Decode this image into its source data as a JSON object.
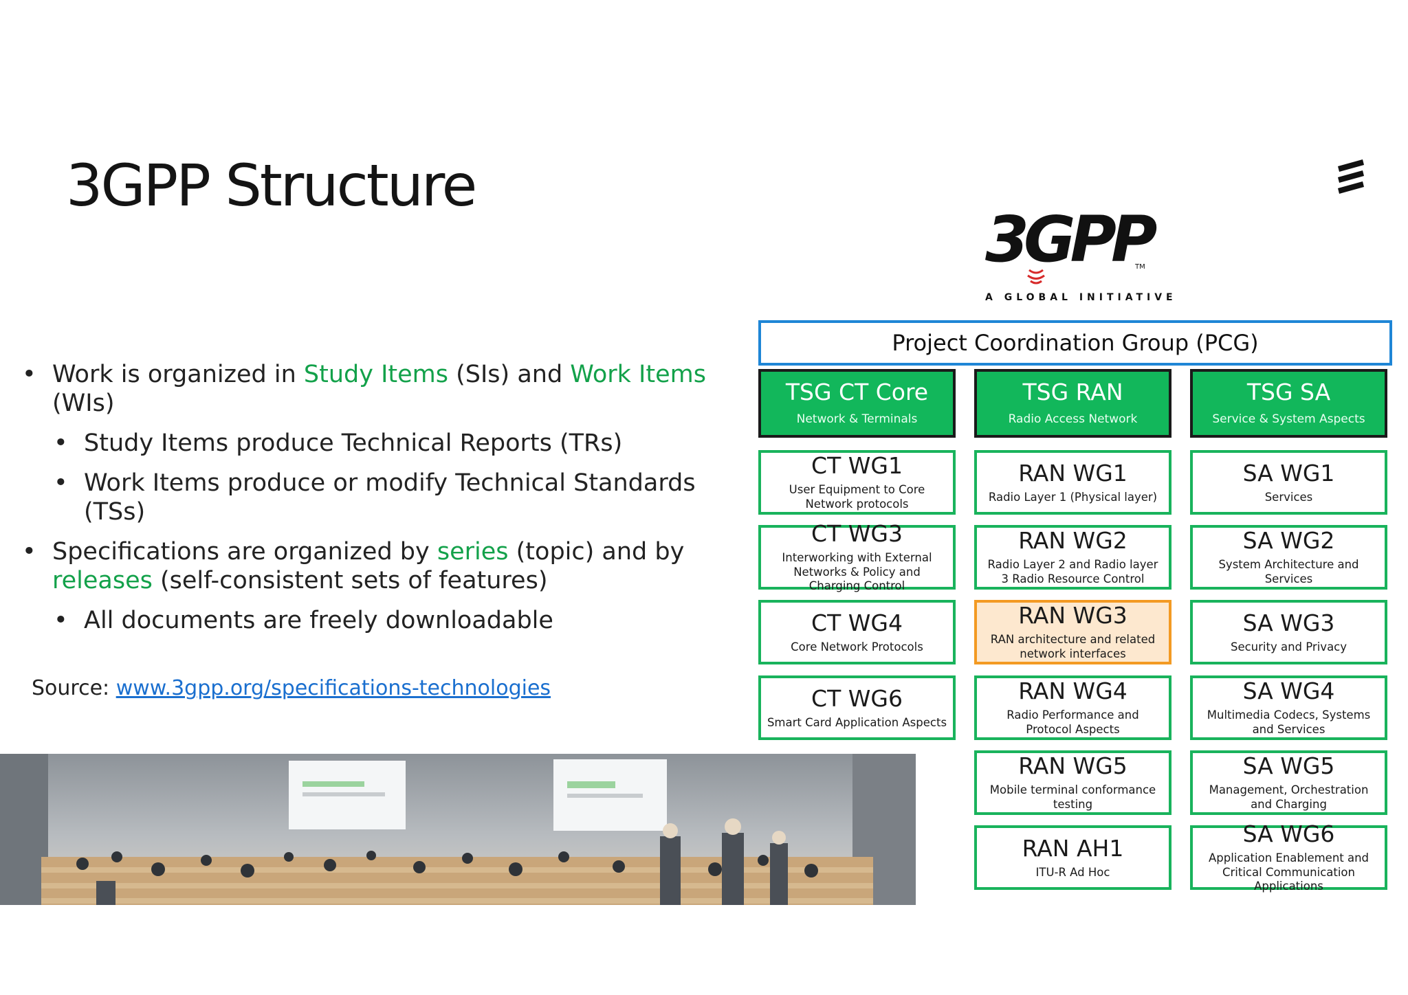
{
  "title": "3GPP Structure",
  "bullets": [
    {
      "level": 1,
      "parts": [
        {
          "t": "Work is organized in ",
          "hl": false
        },
        {
          "t": "Study Items",
          "hl": true
        },
        {
          "t": " (SIs) and ",
          "hl": false
        },
        {
          "t": "Work Items",
          "hl": true
        },
        {
          "t": " (WIs)",
          "hl": false
        }
      ]
    },
    {
      "level": 2,
      "parts": [
        {
          "t": "Study Items produce Technical Reports (TRs)",
          "hl": false
        }
      ]
    },
    {
      "level": 2,
      "parts": [
        {
          "t": "Work Items produce or modify Technical Standards (TSs)",
          "hl": false
        }
      ]
    },
    {
      "level": 1,
      "parts": [
        {
          "t": "Specifications are organized by ",
          "hl": false
        },
        {
          "t": "series",
          "hl": true
        },
        {
          "t": " (topic) and by ",
          "hl": false
        },
        {
          "t": "releases",
          "hl": true
        },
        {
          "t": " (self-consistent sets of features)",
          "hl": false
        }
      ]
    },
    {
      "level": 2,
      "parts": [
        {
          "t": "All documents are freely downloadable",
          "hl": false
        }
      ]
    }
  ],
  "bullet_symbol": "•",
  "source": {
    "label": "Source: ",
    "link": "www.3gpp.org/specifications-technologies"
  },
  "logo": {
    "mark": "3GPP",
    "tm": "TM",
    "tagline": "A GLOBAL INITIATIVE"
  },
  "pcg": "Project Coordination Group (PCG)",
  "columns": [
    {
      "tsg": {
        "title": "TSG CT Core",
        "subtitle": "Network & Terminals"
      },
      "groups": [
        {
          "name": "CT WG1",
          "desc": "User Equipment to Core Network protocols"
        },
        {
          "name": "CT WG3",
          "desc": "Interworking with External Networks & Policy and Charging Control"
        },
        {
          "name": "CT WG4",
          "desc": "Core Network Protocols"
        },
        {
          "name": "CT WG6",
          "desc": "Smart Card Application Aspects"
        }
      ]
    },
    {
      "tsg": {
        "title": "TSG RAN",
        "subtitle": "Radio Access Network"
      },
      "groups": [
        {
          "name": "RAN WG1",
          "desc": "Radio Layer 1 (Physical layer)"
        },
        {
          "name": "RAN WG2",
          "desc": "Radio Layer 2 and Radio layer 3 Radio Resource Control"
        },
        {
          "name": "RAN WG3",
          "desc": "RAN architecture and related network interfaces",
          "highlight": true
        },
        {
          "name": "RAN WG4",
          "desc": "Radio Performance and Protocol Aspects"
        },
        {
          "name": "RAN WG5",
          "desc": "Mobile terminal conformance testing"
        },
        {
          "name": "RAN AH1",
          "desc": "ITU-R Ad Hoc"
        }
      ]
    },
    {
      "tsg": {
        "title": "TSG SA",
        "subtitle": "Service & System Aspects"
      },
      "groups": [
        {
          "name": "SA WG1",
          "desc": "Services"
        },
        {
          "name": "SA WG2",
          "desc": "System Architecture and Services"
        },
        {
          "name": "SA WG3",
          "desc": "Security and Privacy"
        },
        {
          "name": "SA WG4",
          "desc": "Multimedia Codecs, Systems and Services"
        },
        {
          "name": "SA WG5",
          "desc": "Management, Orchestration and Charging"
        },
        {
          "name": "SA WG6",
          "desc": "Application Enablement and Critical Communication Applications"
        }
      ]
    }
  ],
  "colors": {
    "green": "#13a14a",
    "tsg_fill": "#12b75b",
    "pcg_border": "#1f86d6",
    "highlight_fill": "#fde8cf",
    "highlight_border": "#f39a23",
    "link": "#1a6fcf"
  }
}
